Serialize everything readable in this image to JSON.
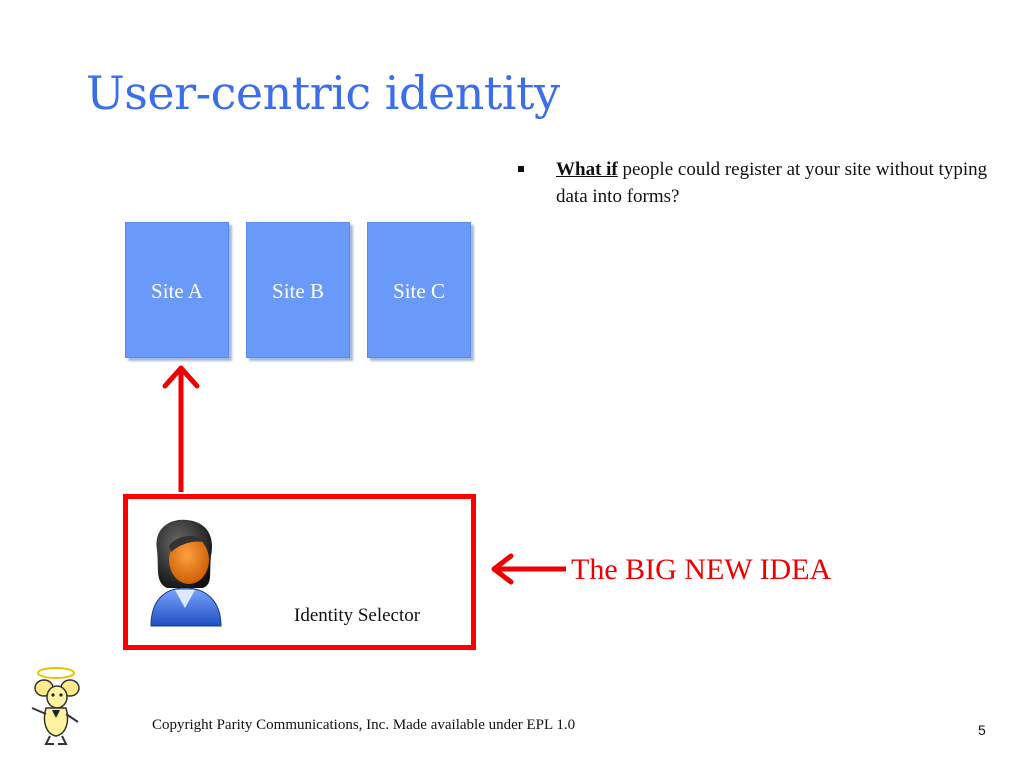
{
  "slide": {
    "title": "User-centric identity",
    "bullet": {
      "emphasis": "What if",
      "rest": " people could register at your site without typing data into forms?"
    },
    "sites": [
      "Site A",
      "Site B",
      "Site C"
    ],
    "selector_label": "Identity Selector",
    "callout": "The BIG NEW IDEA",
    "footer": "Copyright Parity Communications, Inc.  Made available under EPL 1.0",
    "page_number": "5"
  },
  "colors": {
    "title": "#3a6fe8",
    "site_box": "#6a9af9",
    "highlight_red": "#ff0000"
  },
  "icons": [
    "user-avatar-icon",
    "mascot-logo-icon",
    "up-arrow-icon",
    "left-arrow-icon"
  ]
}
